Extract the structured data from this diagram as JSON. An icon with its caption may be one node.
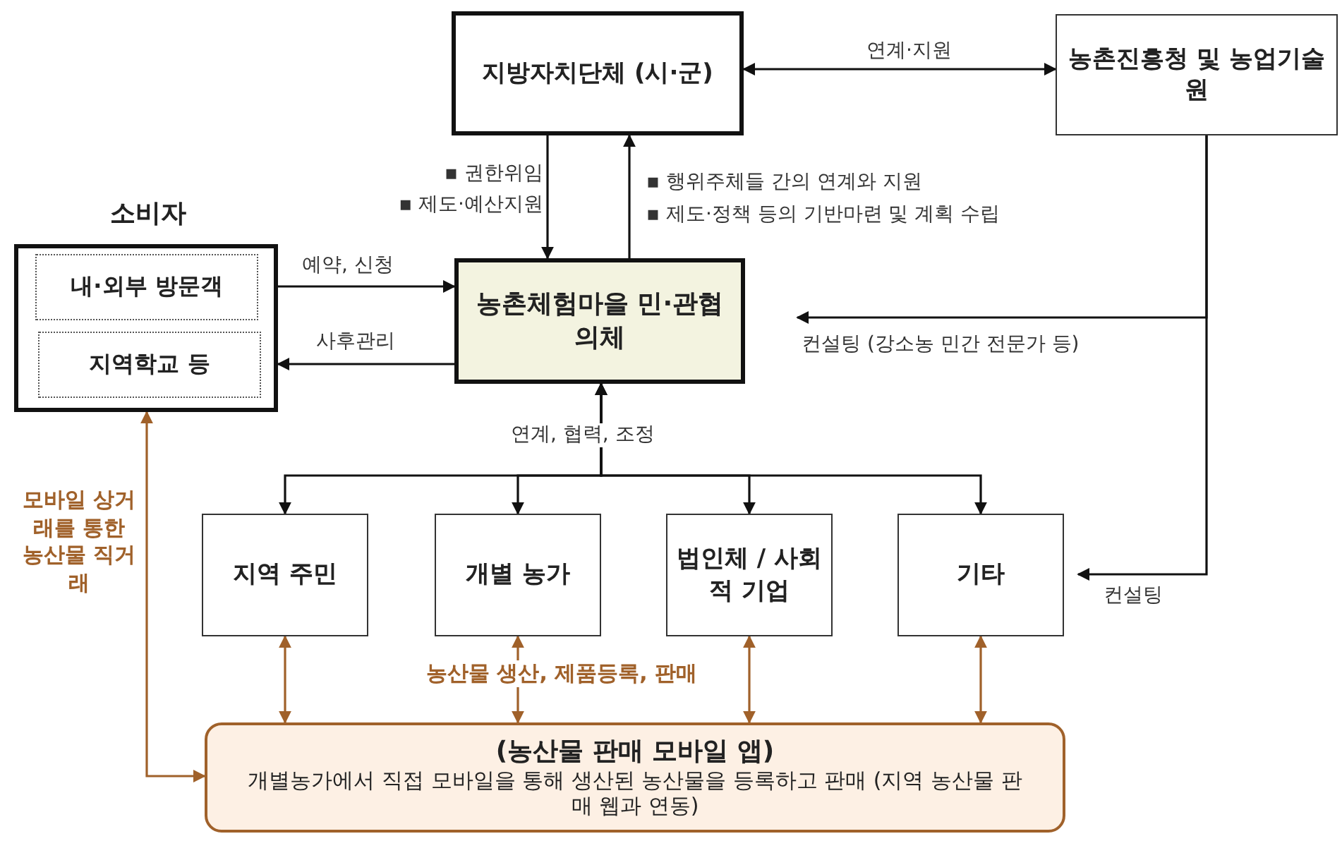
{
  "diagram": {
    "nodes": [
      {
        "text": [
          "지방자치단체 (시·군)"
        ]
      },
      {
        "text": [
          "농촌진흥청 및 농업기술원"
        ]
      },
      {
        "text": [
          "소비자"
        ]
      },
      {
        "text": [
          "내·외부 방문객"
        ],
        "in": 2
      },
      {
        "text": [
          "지역학교 등"
        ],
        "in": 2
      },
      {
        "text": [
          "농촌체험마을 민·관협의체"
        ]
      },
      {
        "text": [
          "지역 주민"
        ]
      },
      {
        "text": [
          "개별 농가"
        ]
      },
      {
        "text": [
          "법인체 / 사회적 기업"
        ]
      },
      {
        "text": [
          "기타"
        ]
      },
      {
        "text": [
          "(농산물 판매 모바일 앱)",
          "개별농가에서 직접 모바일을 통해 생산된 농산물을 등록하고 판매 (지역 농산물 판매 웹과 연동)"
        ]
      }
    ],
    "edges": [
      {
        "from": 0,
        "to": 1,
        "arrow": "both",
        "label": "연계·지원"
      },
      {
        "from": 0,
        "to": 5,
        "arrow": "to"
      },
      {
        "from": 5,
        "to": 0,
        "arrow": "to"
      },
      {
        "from": 2,
        "to": 5,
        "arrow": "to",
        "label": "예약, 신청"
      },
      {
        "from": 5,
        "to": 2,
        "arrow": "to",
        "label": "사후관리"
      },
      {
        "from": 1,
        "to": 5,
        "arrow": "to",
        "label": "컨설팅 (강소농 민간 전문가 등)"
      },
      {
        "from": 1,
        "to": 9,
        "arrow": "to",
        "label": "컨설팅"
      },
      {
        "from": 5,
        "to": 6,
        "arrow": "both",
        "label": "연계, 협력, 조정"
      },
      {
        "from": 5,
        "to": 7,
        "arrow": "both"
      },
      {
        "from": 5,
        "to": 8,
        "arrow": "both"
      },
      {
        "from": 5,
        "to": 9,
        "arrow": "both"
      },
      {
        "from": 6,
        "to": 10,
        "arrow": "both",
        "color": "#a0612a"
      },
      {
        "from": 7,
        "to": 10,
        "arrow": "both",
        "color": "#a0612a"
      },
      {
        "from": 8,
        "to": 10,
        "arrow": "both",
        "color": "#a0612a"
      },
      {
        "from": 9,
        "to": 10,
        "arrow": "both",
        "color": "#a0612a"
      },
      {
        "from": 2,
        "to": 10,
        "arrow": "both",
        "color": "#a0612a",
        "label": "모바일 상거래를 통한 농산물 직거래"
      }
    ],
    "labels": [
      "▪ 권한위임",
      "▪ 제도·예산지원",
      "▪ 행위주체들 간의 연계와 지원",
      "▪ 제도·정책 등의 기반마련 및 계획 수립",
      "농산물 생산, 제품등록, 판매"
    ]
  }
}
